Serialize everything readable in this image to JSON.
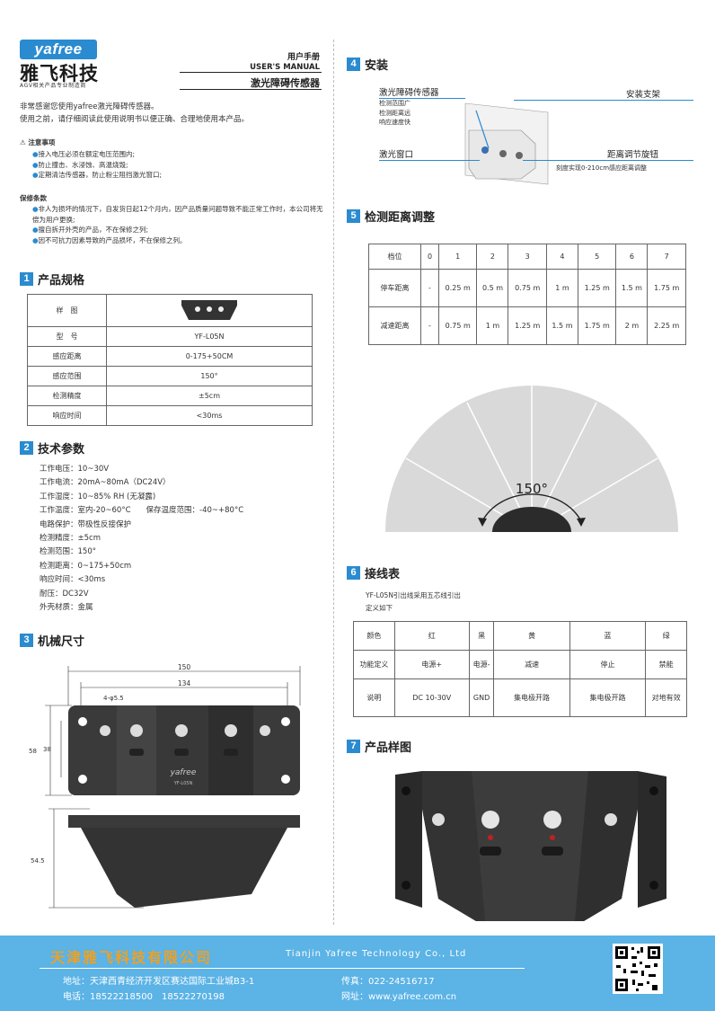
{
  "header": {
    "logo_en": "yafree",
    "logo_cn": "雅飞科技",
    "logo_sub": "AGV相关产品专业制造商",
    "manual_cn": "用户手册",
    "manual_en": "USER'S MANUAL",
    "product": "激光障碍传感器"
  },
  "intro": {
    "line1": "非常感谢您使用yafree激光障碍传感器。",
    "line2": "使用之前，请仔细阅读此使用说明书以便正确、合理地使用本产品。"
  },
  "notes": {
    "title": "注意事项",
    "items": [
      "接入电压必须在额定电压范围内;",
      "防止撞击、水浸蚀、高温烧毁;",
      "定期清洁传感器，防止粉尘阻挡激光窗口;"
    ]
  },
  "warranty": {
    "title": "保修条款",
    "items": [
      "非人为损坏的情况下，自发货日起12个月内，因产品质量问题导致不能正常工作时，本公司将无偿为用户更换;",
      "擅自拆开外壳的产品，不在保修之列;",
      "因不可抗力因素导致的产品损坏，不在保修之列。"
    ]
  },
  "s1": {
    "num": "1",
    "title": "产品规格",
    "rows": [
      [
        "样　图",
        ""
      ],
      [
        "型　号",
        "YF-L05N"
      ],
      [
        "感应距离",
        "0-175+50CM"
      ],
      [
        "感应范围",
        "150°"
      ],
      [
        "检测精度",
        "±5cm"
      ],
      [
        "响应时间",
        "<30ms"
      ]
    ]
  },
  "s2": {
    "num": "2",
    "title": "技术参数",
    "lines": [
      "工作电压：10~30V",
      "工作电流：20mA~80mA（DC24V）",
      "工作湿度：10~85% RH (无凝露)",
      "工作温度：室内-20~60°C　　保存温度范围：-40~+80°C",
      "电路保护：带极性反接保护",
      "检测精度：±5cm",
      "检测范围：150°",
      "检测距离：0~175+50cm",
      "响应时间：<30ms",
      "耐压：DC32V",
      "外壳材质：金属"
    ]
  },
  "s3": {
    "num": "3",
    "title": "机械尺寸",
    "dims": {
      "w150": "150",
      "w134": "134",
      "hole": "4-φ5.5",
      "h58": "58",
      "h38": "38",
      "d54": "54.5"
    },
    "brand": "yafree",
    "model": "YF-L05N"
  },
  "s4": {
    "num": "4",
    "title": "安装",
    "lbl_sensor": "激光障碍传感器",
    "lbl_feat": [
      "检测范围广",
      "检测距离远",
      "响应速度快"
    ],
    "lbl_bracket": "安装支架",
    "lbl_window": "激光窗口",
    "lbl_knob": "距离调节旋钮",
    "lbl_knob_sub": "刻度实现0-210cm感应距离调整"
  },
  "s5": {
    "num": "5",
    "title": "检测距离调整",
    "head": [
      "档位",
      "0",
      "1",
      "2",
      "3",
      "4",
      "5",
      "6",
      "7"
    ],
    "stop": [
      "停车距离",
      "-",
      "0.25 m",
      "0.5 m",
      "0.75 m",
      "1 m",
      "1.25 m",
      "1.5 m",
      "1.75 m"
    ],
    "slow": [
      "减速距离",
      "-",
      "0.75 m",
      "1 m",
      "1.25 m",
      "1.5 m",
      "1.75 m",
      "2 m",
      "2.25 m"
    ],
    "angle": "150°"
  },
  "s6": {
    "num": "6",
    "title": "接线表",
    "desc1": "YF-L05N引出线采用五芯线引出",
    "desc2": "定义如下",
    "rows": [
      [
        "颜色",
        "红",
        "黑",
        "黄",
        "蓝",
        "绿"
      ],
      [
        "功能定义",
        "电源+",
        "电源-",
        "减速",
        "停止",
        "禁能"
      ],
      [
        "说明",
        "DC 10-30V",
        "GND",
        "集电极开路",
        "集电极开路",
        "对地有效"
      ]
    ]
  },
  "s7": {
    "num": "7",
    "title": "产品样图"
  },
  "footer": {
    "company_cn": "天津雅飞科技有限公司",
    "company_en": "Tianjin Yafree Technology Co., Ltd",
    "address": "地址：天津西青经济开发区赛达国际工业城B3-1",
    "fax": "传真：022-24516717",
    "phone": "电话：18522218500　18522270198",
    "web": "网址：www.yafree.com.cn"
  },
  "colors": {
    "accent": "#2a8bd0",
    "footer": "#5bb3e6",
    "footer_title": "#f0a020"
  }
}
